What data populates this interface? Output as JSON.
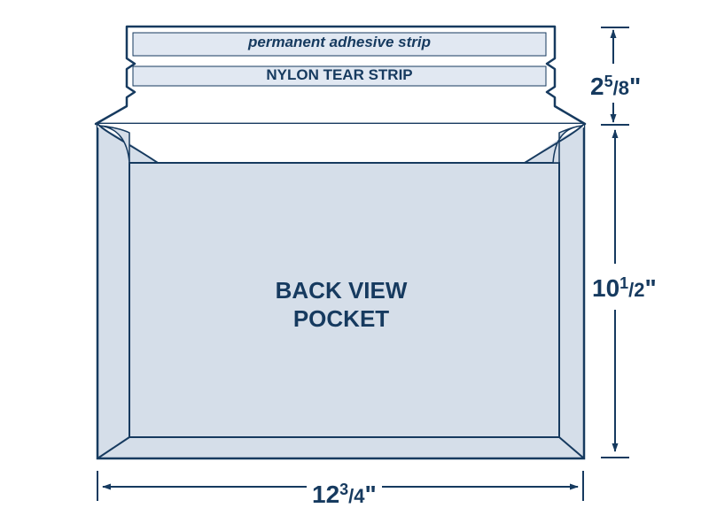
{
  "labels": {
    "adhesive_strip": "permanent adhesive strip",
    "tear_strip": "NYLON TEAR STRIP",
    "view_line1": "BACK VIEW",
    "view_line2": "POCKET"
  },
  "dimensions": {
    "flap": {
      "whole": "2",
      "num": "5",
      "den": "8",
      "unit": "\""
    },
    "height": {
      "whole": "10",
      "num": "1",
      "den": "2",
      "unit": "\""
    },
    "width": {
      "whole": "12",
      "num": "3",
      "den": "4",
      "unit": "\""
    }
  },
  "colors": {
    "outline": "#163a5f",
    "fill": "#d5dee9",
    "strip": "#e1e8f2",
    "background": "#ffffff"
  }
}
